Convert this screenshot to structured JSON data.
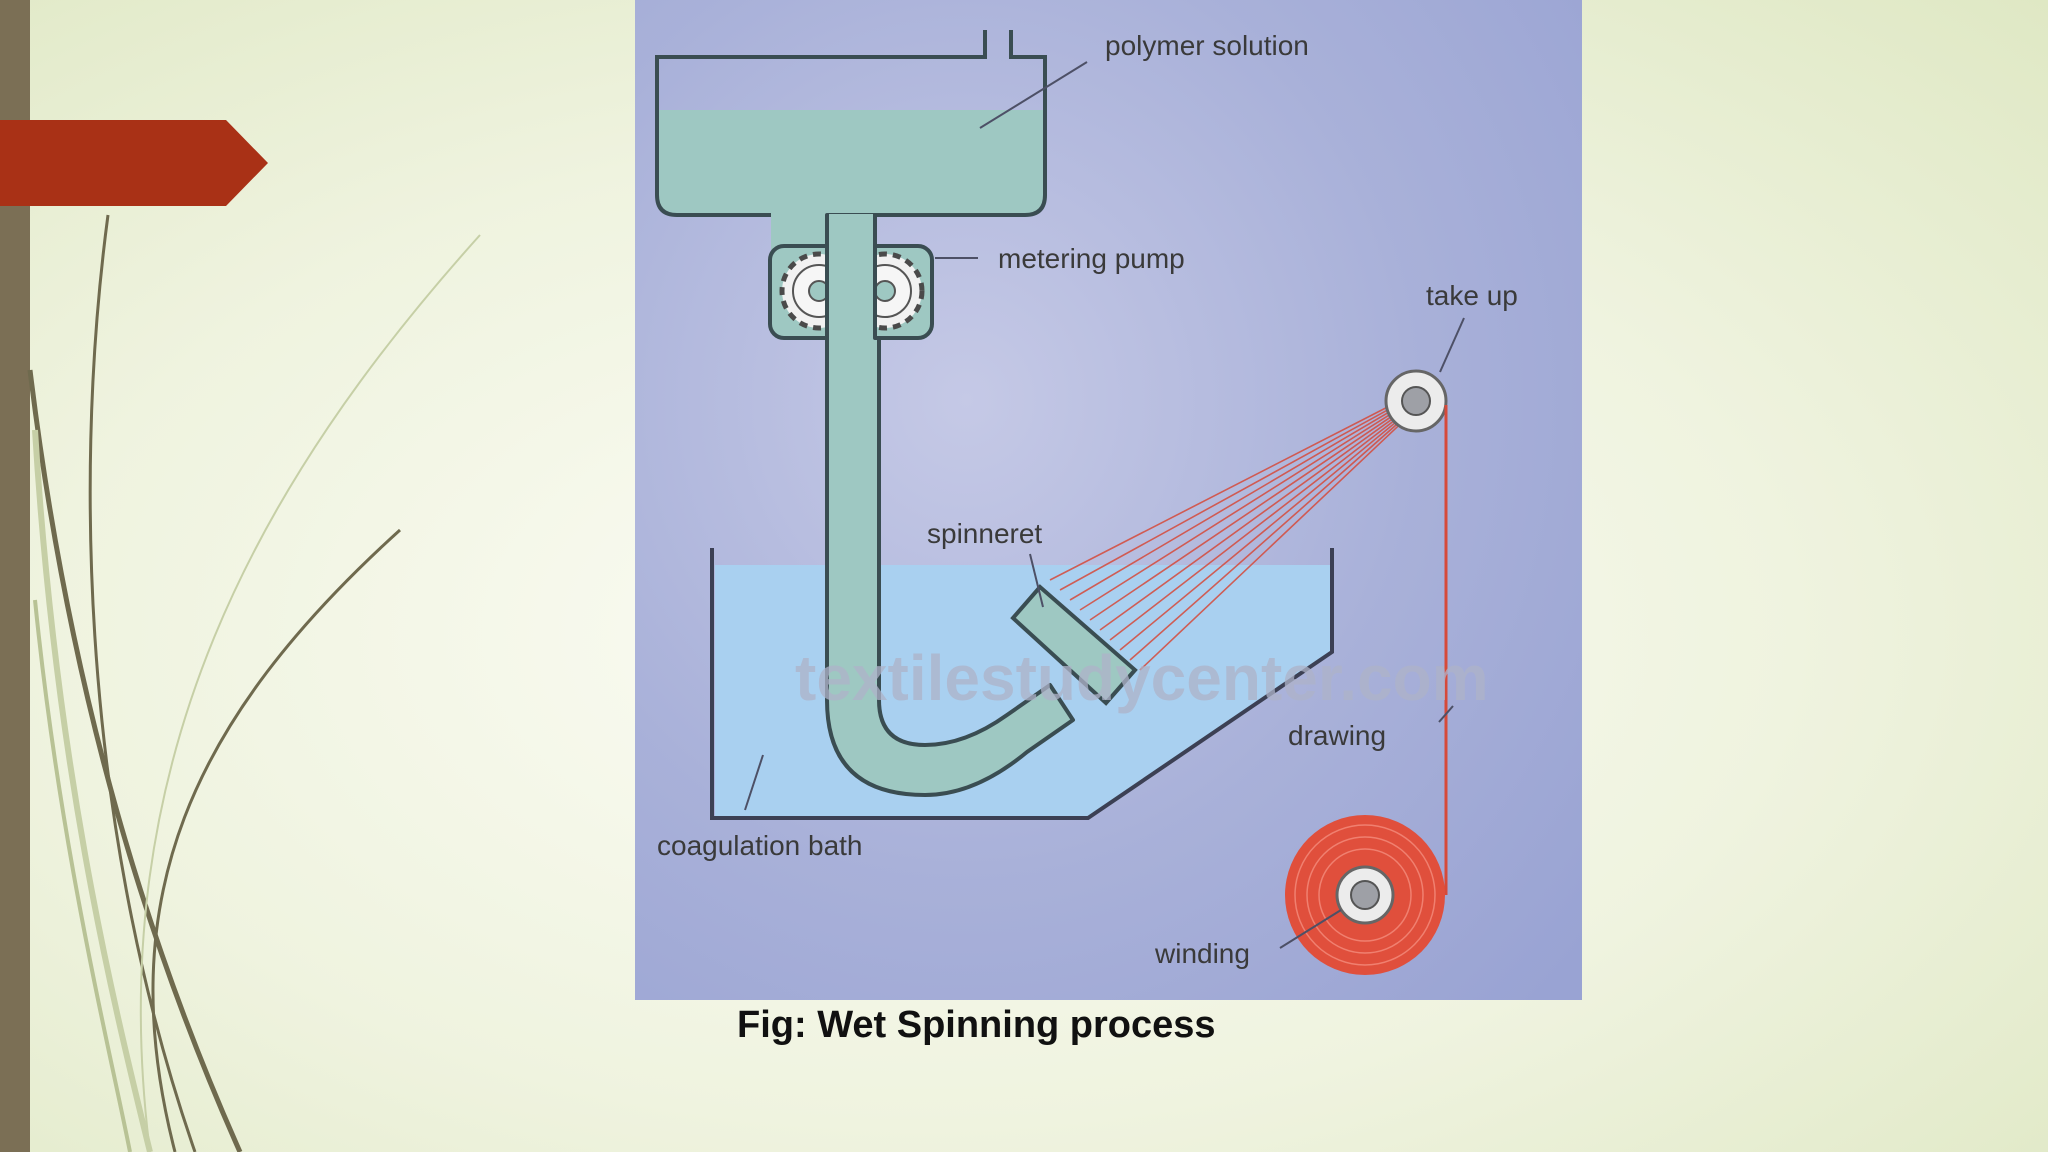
{
  "slide": {
    "caption": "Fig: Wet Spinning process"
  },
  "diagram": {
    "labels": {
      "polymer_solution": "polymer solution",
      "metering_pump": "metering pump",
      "take_up": "take up",
      "spinneret": "spinneret",
      "drawing": "drawing",
      "coagulation_bath": "coagulation bath",
      "winding": "winding"
    },
    "watermark": "textilestudycenter.com"
  },
  "colors": {
    "accent": "#a93116",
    "sidebar": "#7b6f55",
    "polymer": "#9ec8c2",
    "bath": "#a9d0f0",
    "fiber": "#d64a3a"
  }
}
